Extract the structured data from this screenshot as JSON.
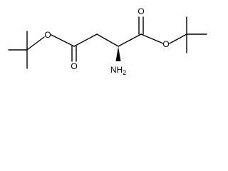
{
  "molecule": {
    "atoms": [
      {
        "id": "o_ether_left",
        "symbol": "O"
      },
      {
        "id": "o_keto_left",
        "symbol": "O"
      },
      {
        "id": "o_keto_right",
        "symbol": "O"
      },
      {
        "id": "o_ether_right",
        "symbol": "O"
      },
      {
        "id": "n_amine",
        "symbol": "NH",
        "subscript": "2"
      }
    ],
    "stereo": "wedge",
    "colors": {
      "bond": "#000000",
      "label": "#000000",
      "background": "#ffffff"
    }
  }
}
